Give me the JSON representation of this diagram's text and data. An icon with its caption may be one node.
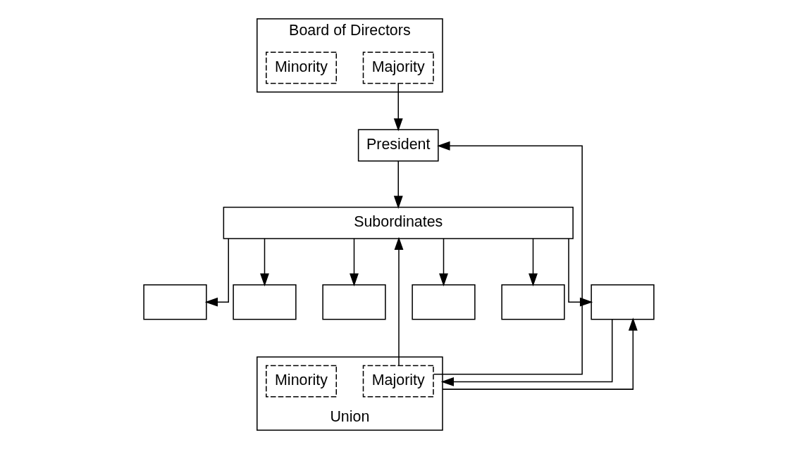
{
  "diagram": {
    "nodes": [
      {
        "text": [
          "Board of Directors"
        ]
      },
      {
        "text": [
          "Majority"
        ],
        "in": 0
      },
      {
        "text": [
          "Minority"
        ],
        "in": 0
      },
      {
        "text": [
          "President"
        ]
      },
      {
        "text": [
          "Subordinates"
        ]
      },
      {
        "text": [],
        "shape": "box"
      },
      {
        "text": [],
        "shape": "box"
      },
      {
        "text": [],
        "shape": "box"
      },
      {
        "text": [],
        "shape": "box"
      },
      {
        "text": [],
        "shape": "box"
      },
      {
        "text": [],
        "shape": "box"
      },
      {
        "text": [
          "Union"
        ]
      },
      {
        "text": [
          "Majority"
        ],
        "in": 11
      },
      {
        "text": [
          "Minority"
        ],
        "in": 11
      }
    ],
    "edges": [
      {
        "from": 1,
        "to": 3,
        "arrow": "to"
      },
      {
        "from": 3,
        "to": 4,
        "arrow": "to"
      },
      {
        "from": 4,
        "to": 5,
        "arrow": "to"
      },
      {
        "from": 4,
        "to": 6,
        "arrow": "to"
      },
      {
        "from": 4,
        "to": 7,
        "arrow": "to"
      },
      {
        "from": 4,
        "to": 8,
        "arrow": "to"
      },
      {
        "from": 4,
        "to": 9,
        "arrow": "to"
      },
      {
        "from": 4,
        "to": 10,
        "arrow": "to"
      },
      {
        "from": 12,
        "to": 3,
        "arrow": "to"
      },
      {
        "from": 12,
        "to": 4,
        "arrow": "to"
      },
      {
        "from": 10,
        "to": 11,
        "arrow": "to"
      },
      {
        "from": 11,
        "to": 10,
        "arrow": "to"
      }
    ]
  }
}
